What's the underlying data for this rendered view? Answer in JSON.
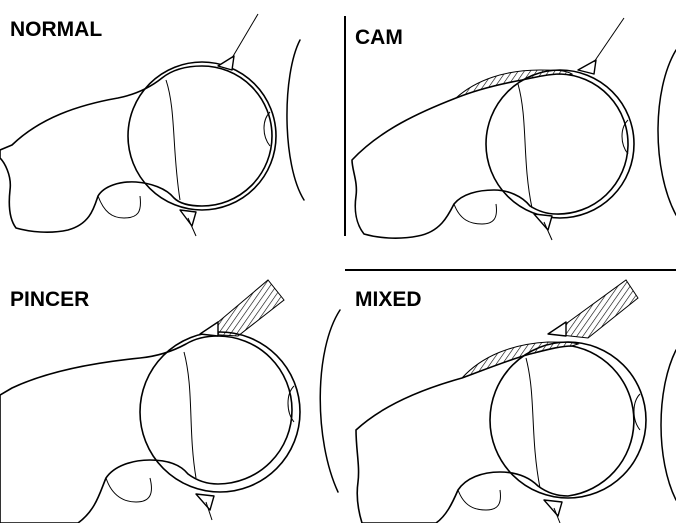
{
  "panels": [
    {
      "id": "normal",
      "label": "NORMAL"
    },
    {
      "id": "cam",
      "label": "CAM"
    },
    {
      "id": "pincer",
      "label": "PINCER"
    },
    {
      "id": "mixed",
      "label": "MIXED"
    }
  ],
  "colors": {
    "line": "#000000",
    "background": "#ffffff",
    "hatch": "#000000"
  }
}
